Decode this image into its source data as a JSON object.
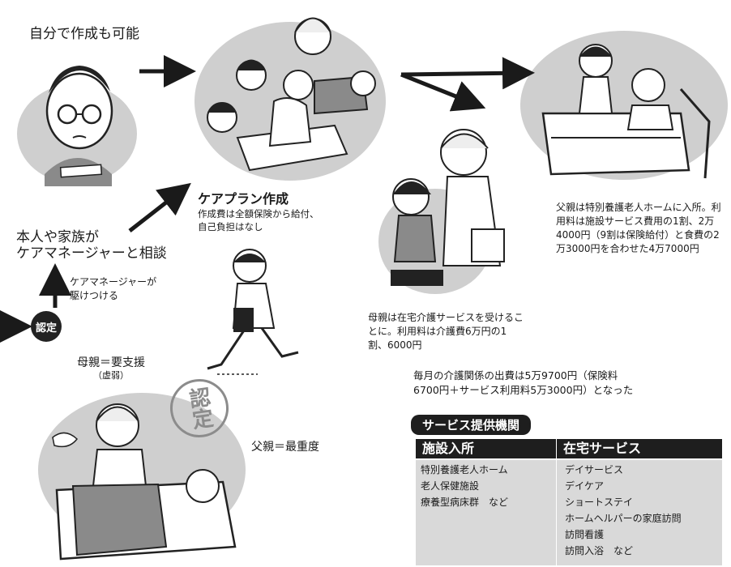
{
  "top_note": "自分で作成も可能",
  "consult": {
    "line1": "本人や家族が",
    "line2": "ケアマネージャーと相談"
  },
  "rush_note": {
    "line1": "ケアマネージャーが",
    "line2": "駆けつける"
  },
  "nintei_badge": "認定",
  "mother_status": "母親＝要支援",
  "mother_status_sub": "（虚弱）",
  "father_status": "父親＝最重度",
  "stamp_text": "認定",
  "careplan": {
    "title": "ケアプラン作成",
    "line1": "作成費は全額保険から給付、",
    "line2": "自己負担はなし"
  },
  "father_facility": "父親は特別養護老人ホームに入所。利用料は施設サービス費用の1割、2万4000円（9割は保険給付）と食費の2万3000円を合わせた4万7000円",
  "mother_home": "母親は在宅介護サービスを受けることに。利用料は介護費6万円の1割、6000円",
  "monthly": {
    "line1": "毎月の介護関係の出費は5万9700円（保険料",
    "line2": "6700円＋サービス利用料5万3000円）となった"
  },
  "services": {
    "title": "サービス提供機関",
    "facility_header": "施設入所",
    "home_header": "在宅サービス",
    "facility_items": [
      "特別養護老人ホーム",
      "老人保健施設",
      "療養型病床群　など"
    ],
    "home_items": [
      "デイサービス",
      "デイケア",
      "ショートステイ",
      "ホームヘルパーの家庭訪問",
      "訪問看護",
      "訪問入浴　など"
    ]
  },
  "colors": {
    "ink": "#1a1a1a",
    "badge": "#222222",
    "shade": "#d9d9d9",
    "header": "#1e1e1e"
  }
}
